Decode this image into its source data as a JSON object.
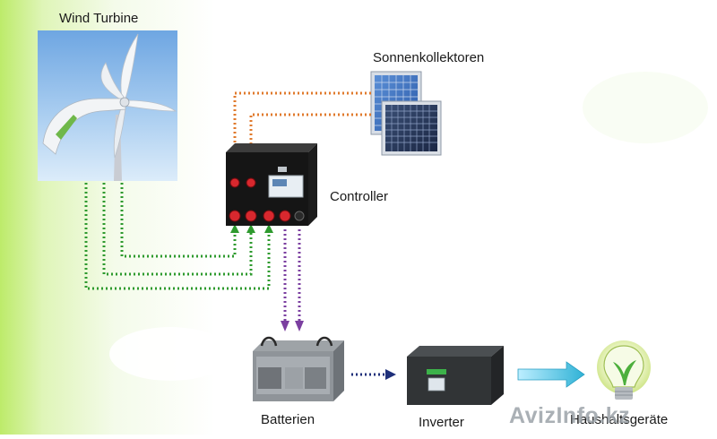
{
  "labels": {
    "wind_turbine": "Wind Turbine",
    "solar": "Sonnenkollektoren",
    "controller": "Controller",
    "batteries": "Batterien",
    "inverter": "Inverter",
    "appliances": "Haushaltsgeräte"
  },
  "watermark": "AvizInfo.kz",
  "icons": [
    "wind-turbine-icon",
    "solar-panel-icon",
    "charge-controller-icon",
    "battery-icon",
    "inverter-icon",
    "light-bulb-icon"
  ],
  "colors": {
    "wind_line": "#2e9a2e",
    "solar_line": "#e07a2c",
    "battery_line": "#7b3fa0",
    "inverter_line": "#1e2f7a",
    "output_arrow": "#36b8d8",
    "sky": "#7fb3e6",
    "background_green": "#c9ef84"
  }
}
